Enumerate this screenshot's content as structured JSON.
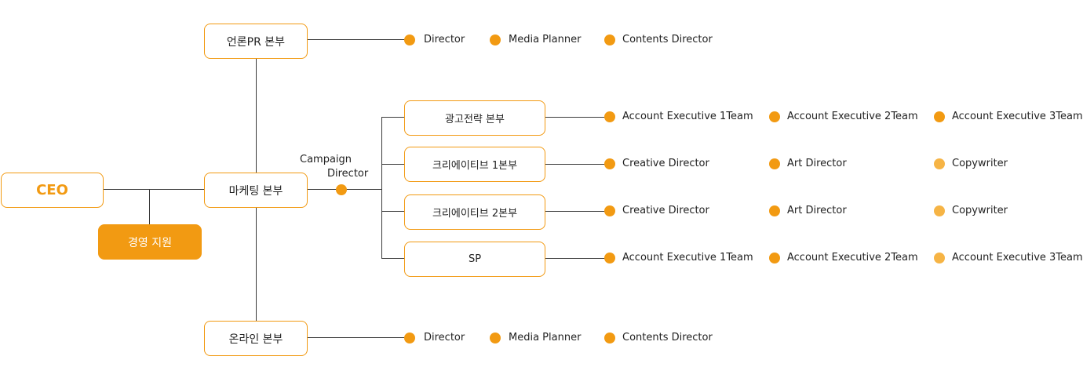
{
  "colors": {
    "accent": "#f29a12",
    "accent_light": "#f6b445",
    "line": "#3a3a3a"
  },
  "ceo": "CEO",
  "support": "경영 지원",
  "divisions": {
    "pr": "언론PR 본부",
    "marketing": "마케팅 본부",
    "online": "온라인 본부"
  },
  "campaign_director": {
    "line1": "Campaign",
    "line2": "Director"
  },
  "teams": {
    "ad_strategy": "광고전략 본부",
    "creative1": "크리에이티브 1본부",
    "creative2": "크리에이티브 2본부",
    "sp": "SP"
  },
  "roles": {
    "pr": [
      "Director",
      "Media Planner",
      "Contents Director"
    ],
    "ad_strategy": [
      "Account Executive 1Team",
      "Account Executive 2Team",
      "Account Executive 3Team"
    ],
    "creative1": [
      "Creative Director",
      "Art Director",
      "Copywriter"
    ],
    "creative2": [
      "Creative Director",
      "Art Director",
      "Copywriter"
    ],
    "sp": [
      "Account Executive 1Team",
      "Account Executive 2Team",
      "Account Executive 3Team"
    ],
    "online": [
      "Director",
      "Media Planner",
      "Contents Director"
    ]
  }
}
